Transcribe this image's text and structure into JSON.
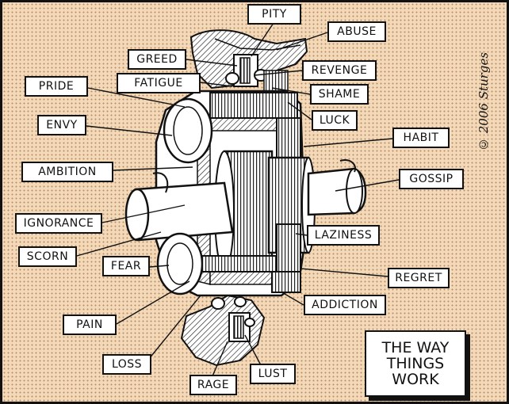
{
  "labels": {
    "pity": "PITY",
    "abuse": "ABUSE",
    "greed": "GREED",
    "revenge": "REVENGE",
    "fatigue": "FATIGUE",
    "pride": "PRIDE",
    "shame": "SHAME",
    "luck": "LUCK",
    "envy": "ENVY",
    "habit": "HABIT",
    "ambition": "AMBITION",
    "gossip": "GOSSIP",
    "ignorance": "IGNORANCE",
    "laziness": "LAZINESS",
    "scorn": "SCORN",
    "fear": "FEAR",
    "regret": "REGRET",
    "addiction": "ADDICTION",
    "pain": "PAIN",
    "loss": "LOSS",
    "lust": "LUST",
    "rage": "RAGE"
  },
  "title": {
    "line1": "THE WAY",
    "line2": "THINGS",
    "line3": "WORK"
  },
  "signature": "© 2006 Sturges"
}
